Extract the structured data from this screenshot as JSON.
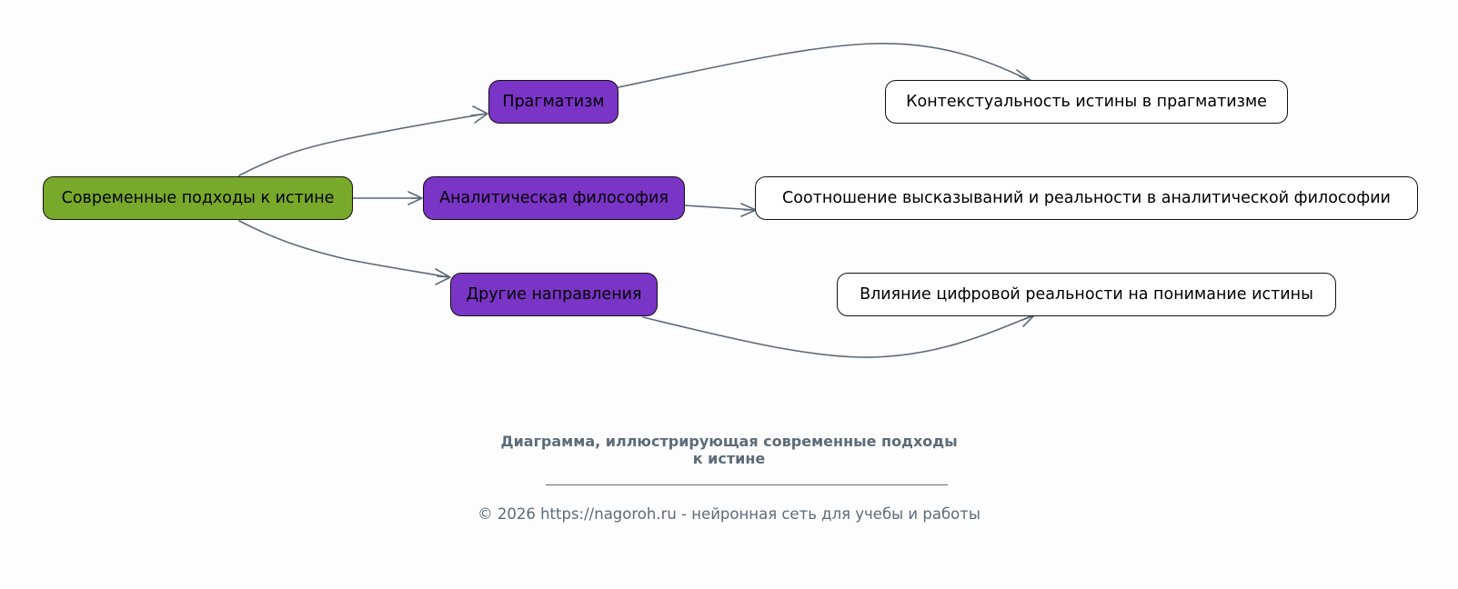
{
  "diagram": {
    "root": {
      "label": "Современные подходы к истине",
      "color": "#78a92a"
    },
    "branches": [
      {
        "label": "Прагматизм",
        "color": "#7a34c6"
      },
      {
        "label": "Аналитическая философия",
        "color": "#7a34c6"
      },
      {
        "label": "Другие направления",
        "color": "#7a34c6"
      }
    ],
    "leaves": [
      {
        "label": "Контекстуальность истины в прагматизме"
      },
      {
        "label": "Соотношение высказываний и реальности в аналитической философии"
      },
      {
        "label": "Влияние цифровой реальности на понимание истины"
      }
    ],
    "edge_color": "#5d6b79"
  },
  "caption": {
    "line1": "Диаграмма, иллюстрирующая современные подходы",
    "line2": "к истине"
  },
  "footer": "© 2026 https://nagoroh.ru - нейронная сеть для учебы и работы"
}
